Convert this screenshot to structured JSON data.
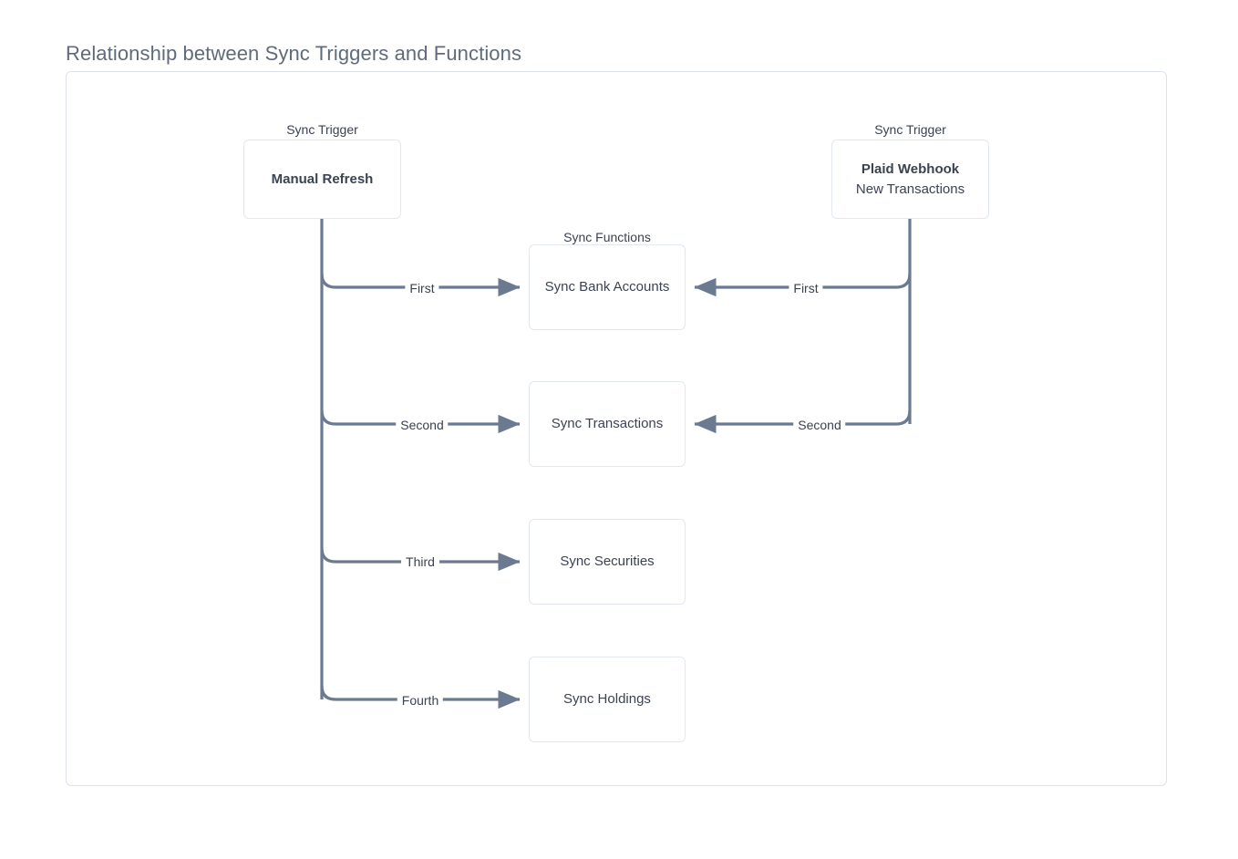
{
  "page": {
    "title": "Relationship between Sync Triggers and Functions",
    "background_color": "#ffffff",
    "frame_border_color": "#dde2ea",
    "node_border_color": "#e3e8ef",
    "edge_color": "#6b7a90",
    "text_color": "#3b4252",
    "title_color": "#5f6b7c"
  },
  "groups": {
    "trigger_left_label": "Sync Trigger",
    "trigger_right_label": "Sync Trigger",
    "functions_label": "Sync Functions"
  },
  "nodes": {
    "manual_refresh": {
      "title": "Manual Refresh",
      "subtitle": ""
    },
    "plaid_webhook": {
      "title": "Plaid Webhook",
      "subtitle": "New Transactions"
    },
    "sync_bank_accounts": {
      "title": "Sync Bank Accounts"
    },
    "sync_transactions": {
      "title": "Sync Transactions"
    },
    "sync_securities": {
      "title": "Sync Securities"
    },
    "sync_holdings": {
      "title": "Sync Holdings"
    }
  },
  "edges": [
    {
      "id": "manual-first",
      "from": "manual_refresh",
      "to": "sync_bank_accounts",
      "label": "First"
    },
    {
      "id": "manual-second",
      "from": "manual_refresh",
      "to": "sync_transactions",
      "label": "Second"
    },
    {
      "id": "manual-third",
      "from": "manual_refresh",
      "to": "sync_securities",
      "label": "Third"
    },
    {
      "id": "manual-fourth",
      "from": "manual_refresh",
      "to": "sync_holdings",
      "label": "Fourth"
    },
    {
      "id": "webhook-first",
      "from": "plaid_webhook",
      "to": "sync_bank_accounts",
      "label": "First"
    },
    {
      "id": "webhook-second",
      "from": "plaid_webhook",
      "to": "sync_transactions",
      "label": "Second"
    }
  ]
}
